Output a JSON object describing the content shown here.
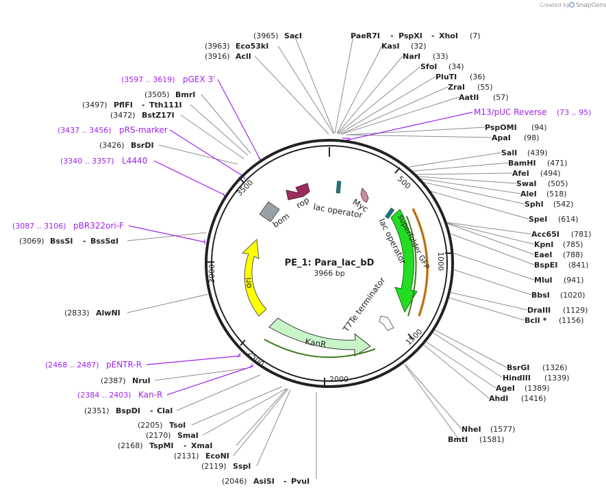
{
  "credit": {
    "prefix": "Created by",
    "brand": "SnapGene"
  },
  "plasmid": {
    "name": "PE_1: Para_lac_bD",
    "size": "3966 bp"
  },
  "colors": {
    "site_line": "#8c8c8c",
    "primer": "#a020f0",
    "ring": "#222222"
  },
  "ticks": [
    "500",
    "1000",
    "1500",
    "2000",
    "2500",
    "3000",
    "3500"
  ],
  "sites": [
    {
      "name": "SacI",
      "pos": "(3965)"
    },
    {
      "name": "Eco53kI",
      "pos": "(3963)"
    },
    {
      "name": "AclI",
      "pos": "(3916)"
    },
    {
      "name": "BmrI",
      "pos": "(3505)"
    },
    {
      "name": "PflFI",
      "name2": "Tth111I",
      "pos": "(3497)"
    },
    {
      "name": "BstZ17I",
      "pos": "(3472)"
    },
    {
      "name": "BsrDI",
      "pos": "(3426)"
    },
    {
      "name": "BssSI",
      "name2": "BssSαI",
      "pos": "(3069)"
    },
    {
      "name": "AlwNI",
      "pos": "(2833)"
    },
    {
      "name": "NruI",
      "pos": "(2387)"
    },
    {
      "name": "BspDI",
      "name2": "ClaI",
      "pos": "(2351)"
    },
    {
      "name": "TsoI",
      "pos": "(2205)"
    },
    {
      "name": "SmaI",
      "pos": "(2170)"
    },
    {
      "name": "TspMI",
      "name2": "XmaI",
      "pos": "(2168)"
    },
    {
      "name": "EcoNI",
      "pos": "(2131)"
    },
    {
      "name": "SspI",
      "pos": "(2119)"
    },
    {
      "name": "AsiSI",
      "name2": "PvuI",
      "pos": "(2046)"
    },
    {
      "name": "PaeR7I",
      "name2": "PspXI",
      "name3": "XhoI",
      "pos": "(7)"
    },
    {
      "name": "KasI",
      "pos": "(32)"
    },
    {
      "name": "NarI",
      "pos": "(33)"
    },
    {
      "name": "SfoI",
      "pos": "(34)"
    },
    {
      "name": "PluTI",
      "pos": "(36)"
    },
    {
      "name": "ZraI",
      "pos": "(55)"
    },
    {
      "name": "AatII",
      "pos": "(57)"
    },
    {
      "name": "PspOMI",
      "pos": "(94)"
    },
    {
      "name": "ApaI",
      "pos": "(98)"
    },
    {
      "name": "SalI",
      "pos": "(439)"
    },
    {
      "name": "BamHI",
      "pos": "(471)"
    },
    {
      "name": "AfeI",
      "pos": "(494)"
    },
    {
      "name": "SwaI",
      "pos": "(505)"
    },
    {
      "name": "AleI",
      "pos": "(518)"
    },
    {
      "name": "SphI",
      "pos": "(542)"
    },
    {
      "name": "SpeI",
      "pos": "(614)"
    },
    {
      "name": "Acc65I",
      "pos": "(781)"
    },
    {
      "name": "KpnI",
      "pos": "(785)"
    },
    {
      "name": "EaeI",
      "pos": "(788)"
    },
    {
      "name": "BspEI",
      "pos": "(841)"
    },
    {
      "name": "MluI",
      "pos": "(941)"
    },
    {
      "name": "BbsI",
      "pos": "(1020)"
    },
    {
      "name": "DraIII",
      "pos": "(1129)"
    },
    {
      "name": "BclI *",
      "pos": "(1156)"
    },
    {
      "name": "BsrGI",
      "pos": "(1326)"
    },
    {
      "name": "HindIII",
      "pos": "(1339)"
    },
    {
      "name": "AgeI",
      "pos": "(1389)"
    },
    {
      "name": "AhdI",
      "pos": "(1416)"
    },
    {
      "name": "NheI",
      "pos": "(1577)"
    },
    {
      "name": "BmtI",
      "pos": "(1581)"
    }
  ],
  "primers": [
    {
      "range": "(3597 .. 3619)",
      "name": "pGEX 3'"
    },
    {
      "range": "(3437 .. 3456)",
      "name": "pRS-marker"
    },
    {
      "range": "(3340 .. 3357)",
      "name": "L4440"
    },
    {
      "range": "(3087 .. 3106)",
      "name": "pBR322ori-F"
    },
    {
      "range": "(2468 .. 2487)",
      "name": "pENTR-R"
    },
    {
      "range": "(2384 .. 2403)",
      "name": "Kan-R"
    },
    {
      "name": "M13/pUC Reverse",
      "range": "(73 .. 95)"
    }
  ],
  "features": [
    {
      "name": "rop",
      "color": "#9b2d5e"
    },
    {
      "name": "bom",
      "color": "#9aa0a6"
    },
    {
      "name": "lac operator",
      "color": "#1f7a7a"
    },
    {
      "name": "Myc",
      "color": "#c98da0"
    },
    {
      "name": "lac operator",
      "color": "#1f7a7a"
    },
    {
      "name": "superfolder GFP",
      "color": "#22dd22"
    },
    {
      "name": "T7Te terminator",
      "color": "#ffffff"
    },
    {
      "name": "KanR",
      "color": "#c8f5c8"
    },
    {
      "name": "ori",
      "color": "#ffff00"
    }
  ]
}
